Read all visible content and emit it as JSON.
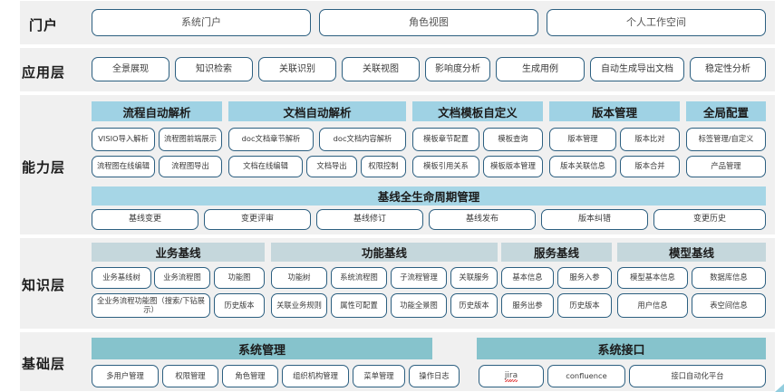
{
  "layers": [
    {
      "id": "portal",
      "label": "门户",
      "items": [
        "系统门户",
        "角色视图",
        "个人工作空间"
      ]
    },
    {
      "id": "application",
      "label": "应用层",
      "items": [
        "全景展现",
        "知识检索",
        "关联识别",
        "关联视图",
        "影响度分析",
        "生成用例",
        "自动生成导出文档",
        "稳定性分析"
      ]
    },
    {
      "id": "capability",
      "label": "能力层",
      "groups": [
        {
          "title": "流程自动解析",
          "row1": [
            "VISIO导入解析",
            "流程图前端展示"
          ],
          "row2": [
            "流程图在线编辑",
            "流程图导出"
          ]
        },
        {
          "title": "文档自动解析",
          "row1": [
            "doc文档章节解析",
            "doc文档内容解析"
          ],
          "row2": [
            "文档在线编辑",
            "文档导出",
            "权限控制"
          ]
        },
        {
          "title": "文档模板自定义",
          "row1": [
            "模板章节配置",
            "模板查询"
          ],
          "row2": [
            "模板引用关系",
            "模板版本管理"
          ]
        },
        {
          "title": "版本管理",
          "row1": [
            "版本管理",
            "版本比对"
          ],
          "row2": [
            "版本关联信息",
            "版本合并"
          ]
        },
        {
          "title": "全局配置",
          "row1": [
            "标签管理/自定义"
          ],
          "row2": [
            "产品管理"
          ]
        }
      ],
      "lifecycle": {
        "title": "基线全生命周期管理",
        "items": [
          "基线变更",
          "变更评审",
          "基线修订",
          "基线发布",
          "版本纠错",
          "变更历史"
        ]
      }
    },
    {
      "id": "knowledge",
      "label": "知识层",
      "groups": [
        {
          "title": "业务基线",
          "row1": [
            "业务基线树",
            "业务流程图",
            "功能图"
          ],
          "row2": [
            "全业务流程功能图（搜索/下钻展示）",
            "历史版本"
          ]
        },
        {
          "title": "功能基线",
          "row1": [
            "功能树",
            "系统流程图",
            "子流程管理",
            "关联服务"
          ],
          "row2": [
            "关联业务规则",
            "属性可配置",
            "功能全景图",
            "历史版本"
          ]
        },
        {
          "title": "服务基线",
          "row1": [
            "基本信息",
            "服务入参"
          ],
          "row2": [
            "服务出参",
            "历史版本"
          ]
        },
        {
          "title": "模型基线",
          "row1": [
            "模型基本信息",
            "数据库信息"
          ],
          "row2": [
            "用户信息",
            "表空间信息"
          ]
        }
      ]
    },
    {
      "id": "foundation",
      "label": "基础层",
      "groups": [
        {
          "title": "系统管理",
          "items": [
            "多用户管理",
            "权限管理",
            "角色管理",
            "组织机构管理",
            "菜单管理",
            "操作日志"
          ]
        },
        {
          "title": "系统接口",
          "items": [
            "jira",
            "confluence",
            "接口自动化平台"
          ]
        }
      ]
    }
  ],
  "colors": {
    "band": "#f0f0f0",
    "pill_border": "#2c5f80",
    "cap_header": "#9fd2e4",
    "know_header": "#c5d7dc",
    "base_header": "#86c3cc",
    "jira_red": "#e03b3b"
  }
}
